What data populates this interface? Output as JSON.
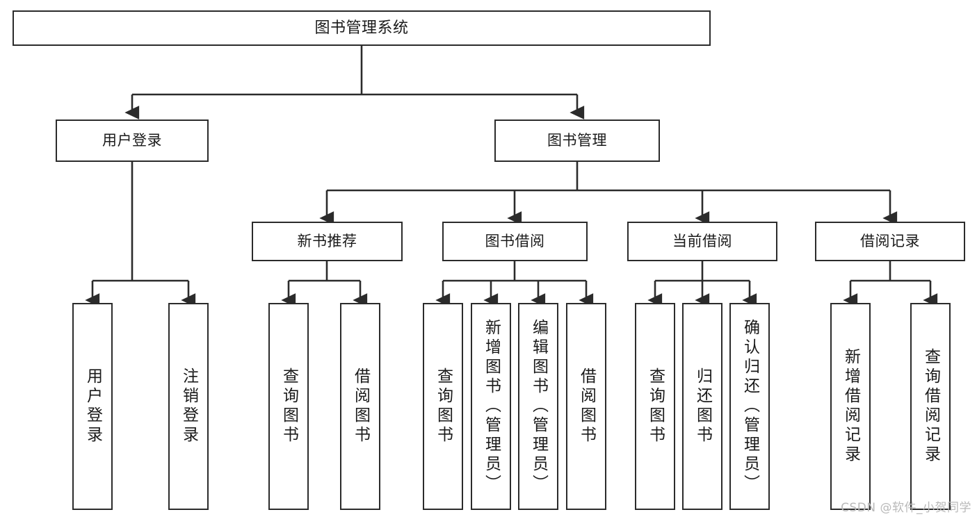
{
  "diagram": {
    "title": "图书管理系统",
    "type": "tree-hierarchy-chart",
    "stroke_color": "#2b2b2b",
    "background_color": "#ffffff",
    "text_color": "#1a1a1a"
  },
  "watermark": {
    "text": "CSDN @软件_小贺同学",
    "color": "#b9b9b9"
  },
  "nodes": {
    "root": {
      "label": "图书管理系统"
    },
    "level2": [
      {
        "label": "用户登录"
      },
      {
        "label": "图书管理"
      }
    ],
    "level3": [
      {
        "label": "新书推荐"
      },
      {
        "label": "图书借阅"
      },
      {
        "label": "当前借阅"
      },
      {
        "label": "借阅记录"
      }
    ],
    "leaves": {
      "user_login": [
        {
          "label": "用户登录"
        },
        {
          "label": "注销登录"
        }
      ],
      "new_book_recommend": [
        {
          "label": "查询图书"
        },
        {
          "label": "借阅图书"
        }
      ],
      "book_borrow": [
        {
          "label": "查询图书"
        },
        {
          "label": "新增图书（管理员）"
        },
        {
          "label": "编辑图书（管理员）"
        },
        {
          "label": "借阅图书"
        }
      ],
      "current_borrow": [
        {
          "label": "查询图书"
        },
        {
          "label": "归还图书"
        },
        {
          "label": "确认归还（管理员）"
        }
      ],
      "borrow_record": [
        {
          "label": "新增借阅记录"
        },
        {
          "label": "查询借阅记录"
        }
      ]
    }
  }
}
